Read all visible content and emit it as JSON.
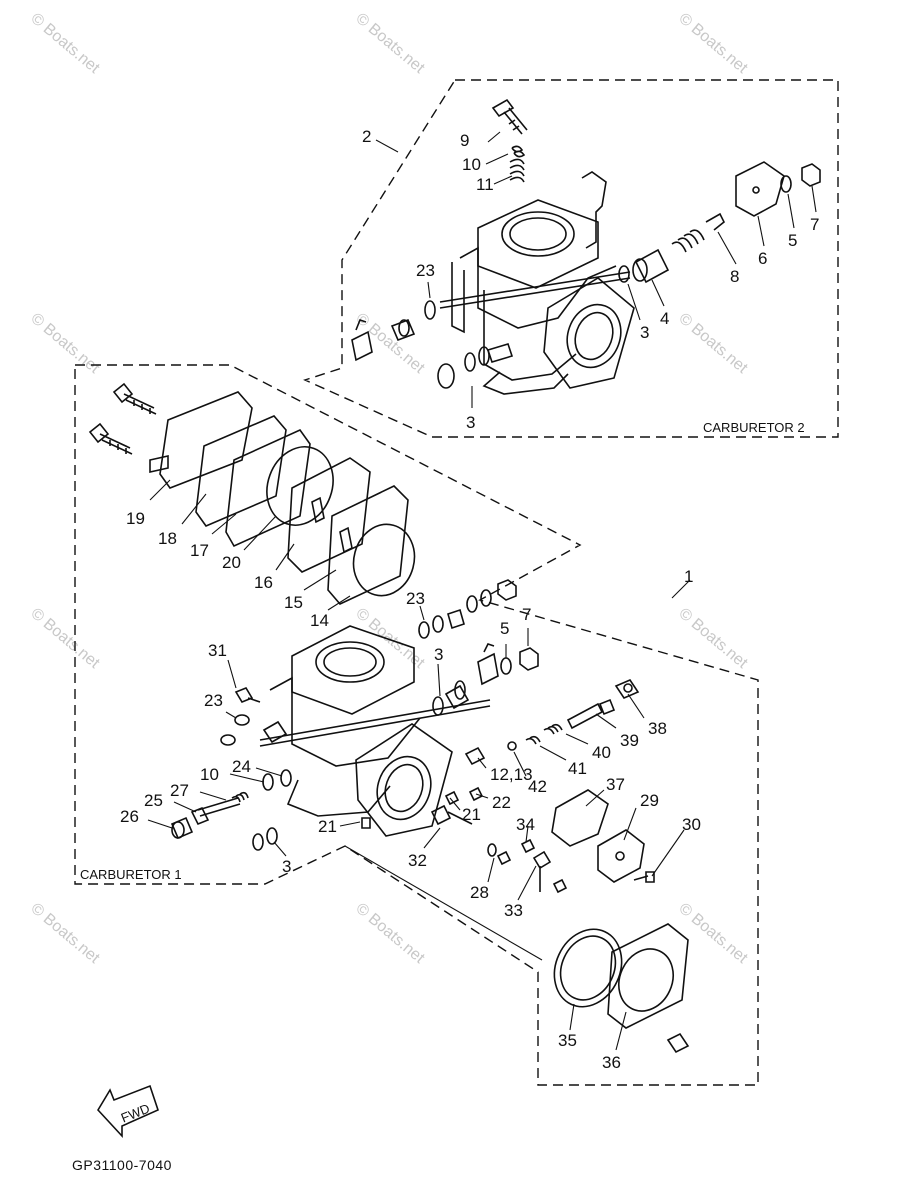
{
  "diagram": {
    "watermark": "© Boats.net",
    "drawing_code": "GP31100-7040",
    "fwd_label": "FWD",
    "boxes": {
      "carburetor_2": "CARBURETOR 2",
      "carburetor_1": "CARBURETOR 1"
    },
    "labels": [
      {
        "id": "l2",
        "text": "2"
      },
      {
        "id": "l9",
        "text": "9"
      },
      {
        "id": "l10a",
        "text": "10"
      },
      {
        "id": "l11",
        "text": "11"
      },
      {
        "id": "l23a",
        "text": "23"
      },
      {
        "id": "l3a",
        "text": "3"
      },
      {
        "id": "l3b",
        "text": "3"
      },
      {
        "id": "l4",
        "text": "4"
      },
      {
        "id": "l8",
        "text": "8"
      },
      {
        "id": "l6",
        "text": "6"
      },
      {
        "id": "l5a",
        "text": "5"
      },
      {
        "id": "l7a",
        "text": "7"
      },
      {
        "id": "l19",
        "text": "19"
      },
      {
        "id": "l18",
        "text": "18"
      },
      {
        "id": "l17",
        "text": "17"
      },
      {
        "id": "l20",
        "text": "20"
      },
      {
        "id": "l16",
        "text": "16"
      },
      {
        "id": "l15",
        "text": "15"
      },
      {
        "id": "l14",
        "text": "14"
      },
      {
        "id": "l1",
        "text": "1"
      },
      {
        "id": "l23b",
        "text": "23"
      },
      {
        "id": "l5b",
        "text": "5"
      },
      {
        "id": "l7b",
        "text": "7"
      },
      {
        "id": "l31",
        "text": "31"
      },
      {
        "id": "l3c",
        "text": "3"
      },
      {
        "id": "l23c",
        "text": "23"
      },
      {
        "id": "l38",
        "text": "38"
      },
      {
        "id": "l39",
        "text": "39"
      },
      {
        "id": "l40",
        "text": "40"
      },
      {
        "id": "l41",
        "text": "41"
      },
      {
        "id": "l42",
        "text": "42"
      },
      {
        "id": "l1213",
        "text": "12,13"
      },
      {
        "id": "l24",
        "text": "24"
      },
      {
        "id": "l10b",
        "text": "10"
      },
      {
        "id": "l27",
        "text": "27"
      },
      {
        "id": "l25",
        "text": "25"
      },
      {
        "id": "l26",
        "text": "26"
      },
      {
        "id": "l21a",
        "text": "21"
      },
      {
        "id": "l21b",
        "text": "21"
      },
      {
        "id": "l22",
        "text": "22"
      },
      {
        "id": "l37",
        "text": "37"
      },
      {
        "id": "l29",
        "text": "29"
      },
      {
        "id": "l30",
        "text": "30"
      },
      {
        "id": "l34",
        "text": "34"
      },
      {
        "id": "l32",
        "text": "32"
      },
      {
        "id": "l28",
        "text": "28"
      },
      {
        "id": "l33",
        "text": "33"
      },
      {
        "id": "l3d",
        "text": "3"
      },
      {
        "id": "l35",
        "text": "35"
      },
      {
        "id": "l36",
        "text": "36"
      }
    ]
  }
}
